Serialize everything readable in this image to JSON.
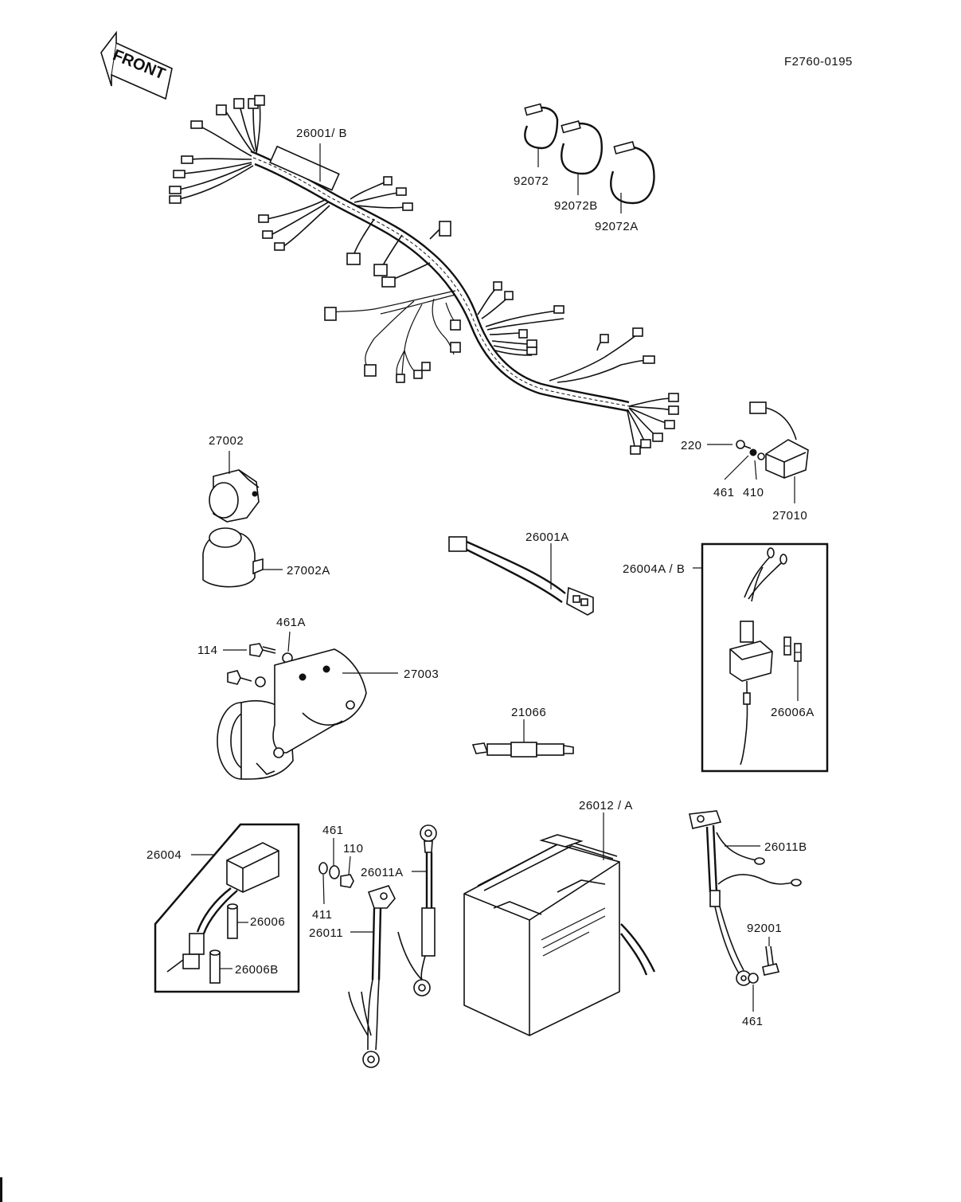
{
  "doc": {
    "ref_code": "F2760-0195",
    "front_arrow_text": "FRONT"
  },
  "labels": {
    "harness_main": "26001/ B",
    "band_92072": "92072",
    "band_92072b": "92072B",
    "band_92072a": "92072A",
    "horn_27002": "27002",
    "horn_27002a": "27002A",
    "screw_220": "220",
    "washer_461_top": "461",
    "nut_410": "410",
    "regulator_27010": "27010",
    "harness_26001a": "26001A",
    "assy_26004ab": "26004A / B",
    "nut_461a": "461A",
    "bolt_114": "114",
    "horn_27003": "27003",
    "fuse_26006a": "26006A",
    "lead_21066": "21066",
    "battery_26012a": "26012 / A",
    "assy_26004": "26004",
    "washer_461_mid": "461",
    "bolt_110": "110",
    "cable_26011a": "26011A",
    "cable_26011b": "26011B",
    "fuse_26006": "26006",
    "washer_411": "411",
    "cable_26011": "26011",
    "bolt_92001": "92001",
    "fuse_26006b": "26006B",
    "washer_461_bottom": "461"
  }
}
